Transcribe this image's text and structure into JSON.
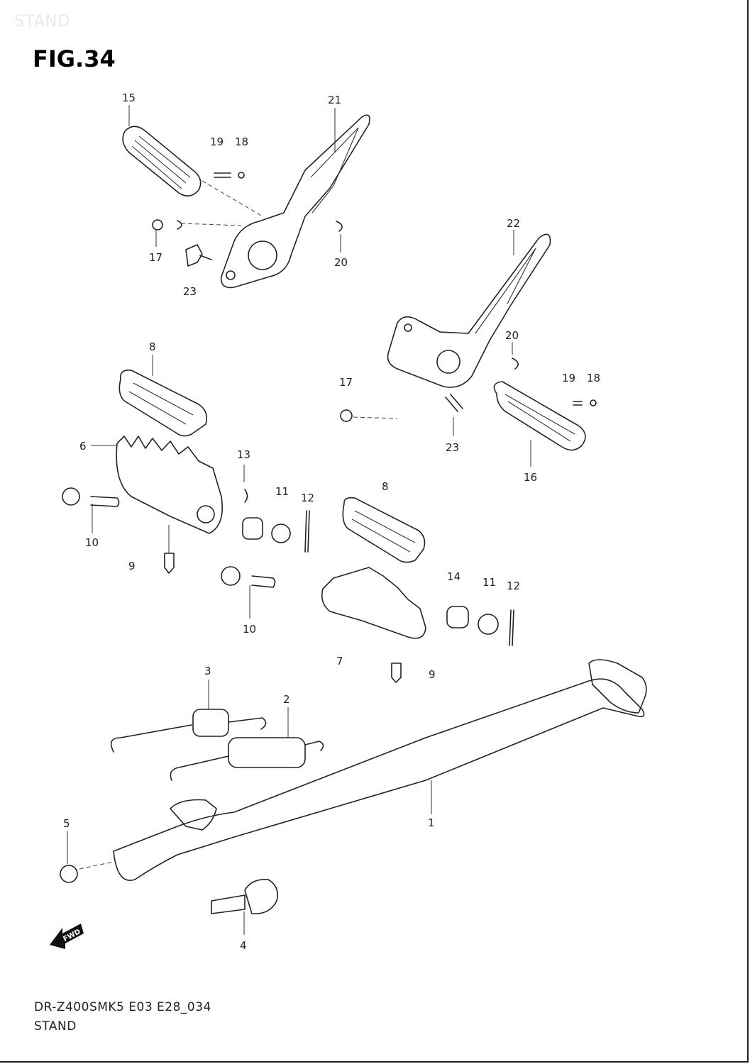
{
  "watermark": "STAND",
  "figure_label": "FIG.34",
  "footer": {
    "model_code": "DR-Z400SMK5 E03 E28_034",
    "section_name": "STAND"
  },
  "direction_indicator": "FWD",
  "callouts": {
    "c1": "1",
    "c2": "2",
    "c3": "3",
    "c4": "4",
    "c5": "5",
    "c6": "6",
    "c7": "7",
    "c8a": "8",
    "c8b": "8",
    "c9a": "9",
    "c9b": "9",
    "c10a": "10",
    "c10b": "10",
    "c11a": "11",
    "c11b": "11",
    "c12a": "12",
    "c12b": "12",
    "c13": "13",
    "c14": "14",
    "c15": "15",
    "c16": "16",
    "c17a": "17",
    "c17b": "17",
    "c18a": "18",
    "c18b": "18",
    "c19a": "19",
    "c19b": "19",
    "c20a": "20",
    "c20b": "20",
    "c21": "21",
    "c22": "22",
    "c23a": "23",
    "c23b": "23"
  }
}
